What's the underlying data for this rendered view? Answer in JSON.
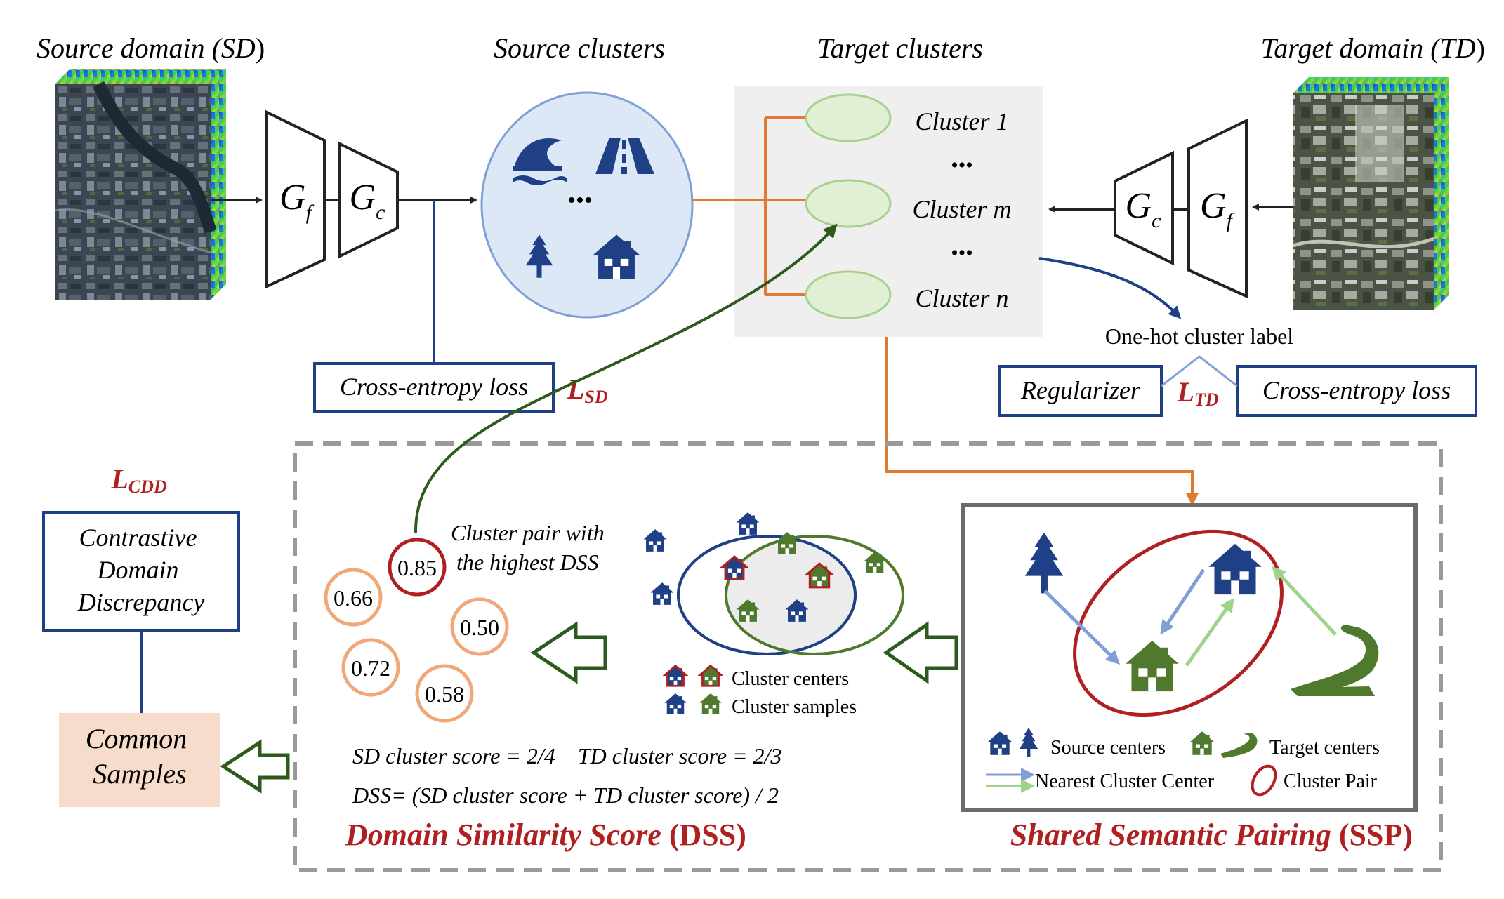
{
  "headings": {
    "source_domain": {
      "main": "Source domain (",
      "abbr": "SD",
      "close": ")"
    },
    "source_clusters": "Source clusters",
    "target_clusters": "Target clusters",
    "target_domain": {
      "main": "Target domain (",
      "abbr": "TD",
      "close": ")"
    }
  },
  "networks": {
    "gf_base": "G",
    "gf_sub": "f",
    "gc_base": "G",
    "gc_sub": "c"
  },
  "source_clusters": {
    "ellipsis": "•••",
    "icons": [
      "water-icon",
      "road-icon",
      "tree-icon",
      "house-icon"
    ]
  },
  "target_clusters": {
    "items": [
      "Cluster 1",
      "Cluster m",
      "Cluster n"
    ],
    "ellipsis": "•••"
  },
  "losses": {
    "cross_entropy": "Cross-entropy loss",
    "regularizer": "Regularizer",
    "one_hot": "One-hot cluster label",
    "l_sd": {
      "script": "L",
      "sub": "SD"
    },
    "l_td": {
      "script": "L",
      "sub": "TD"
    },
    "l_cdd": {
      "script": "L",
      "sub": "CDD"
    }
  },
  "cdd": {
    "lines": [
      "Contrastive",
      "Domain",
      "Discrepancy"
    ],
    "common_samples": [
      "Common",
      "Samples"
    ]
  },
  "dss": {
    "scores": [
      "0.85",
      "0.66",
      "0.50",
      "0.72",
      "0.58"
    ],
    "pair_note": [
      "Cluster pair with",
      "the highest DSS"
    ],
    "legend": {
      "centers": "Cluster centers",
      "samples": "Cluster samples"
    },
    "formula_scores": "SD cluster score = 2/4    TD cluster score = 2/3",
    "formula_dss": "DSS= (SD cluster score + TD cluster score) / 2",
    "title": {
      "main": "Domain Similarity Score ",
      "abbr": "(DSS)"
    }
  },
  "ssp": {
    "legend": {
      "source": "Source centers",
      "target": "Target centers",
      "nearest": "Nearest Cluster Center",
      "pair": "Cluster Pair"
    },
    "title": {
      "main": "Shared Semantic Pairing ",
      "abbr": "(SSP)"
    }
  },
  "colors": {
    "navy": "#1f3f87",
    "green": "#4f7a2e",
    "dark_green": "#2e5a1e",
    "orange": "#e07a30",
    "red": "#b02020",
    "source_fill": "#dde8f6",
    "target_panel": "#efefef",
    "cluster_fill": "#e1f0d4",
    "common_fill": "#f7dccb"
  }
}
